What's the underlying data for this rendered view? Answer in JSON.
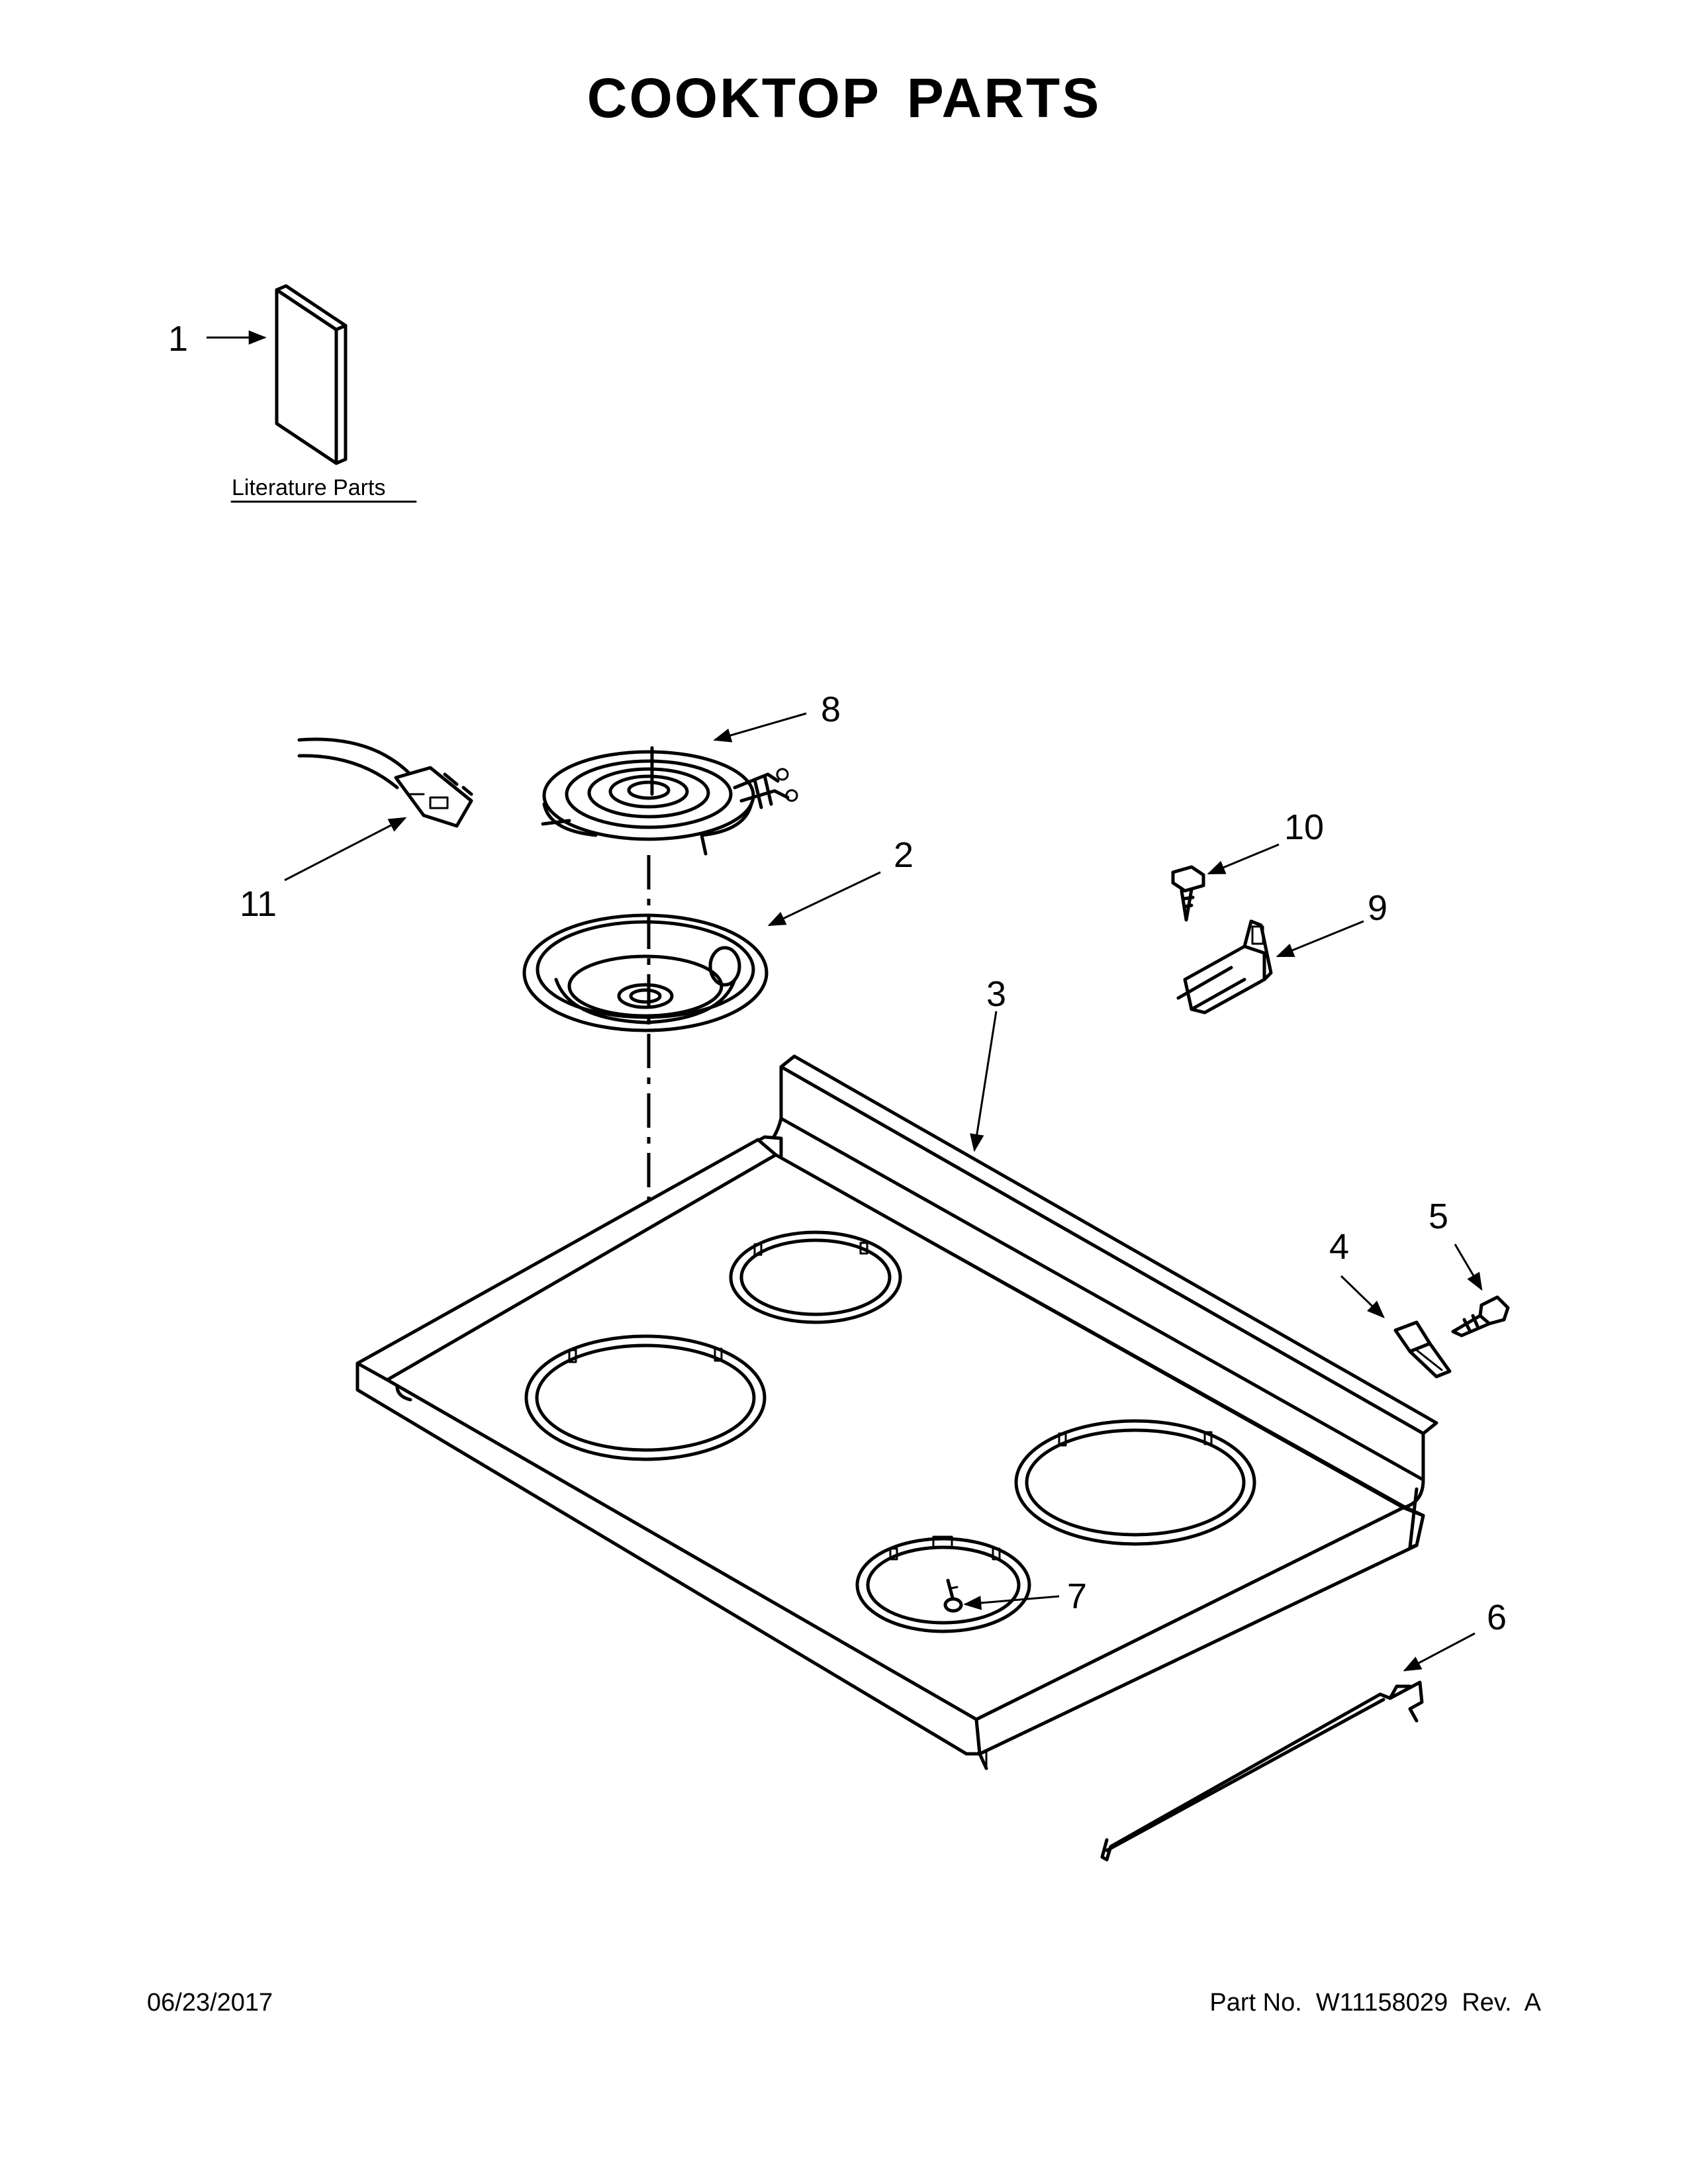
{
  "title": "COOKTOP PARTS",
  "literature_label": "Literature Parts",
  "callouts": [
    "1",
    "2",
    "3",
    "4",
    "5",
    "6",
    "7",
    "8",
    "9",
    "10",
    "11"
  ],
  "footer": {
    "date": "06/23/2017",
    "part_number": "Part No.  W11158029  Rev.  A"
  }
}
